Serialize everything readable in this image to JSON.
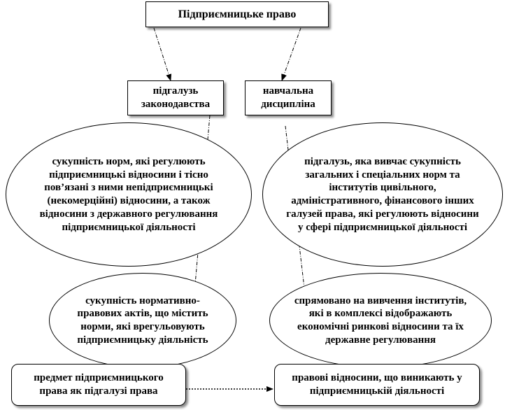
{
  "diagram": {
    "title": "Підприємницьке право",
    "branches": {
      "legislation": "підгалузь законодавства",
      "discipline": "навчальна дисципліна"
    },
    "definitions": {
      "legislation_norms": "сукупність норм, які регулюють підприємницькі відносини і тісно пов’язані з ними непідприємницькі (некомерційні) відносини, а також відносини з державного регулювання підприємницької діяльності",
      "discipline_subbranch": "підгалузь, яка вивчає сукупність загальних і спеціальних норм та інститутів цивільного, адміністративного, фінансового інших галузей права, які регулюють відносини у сфері підприємницької діяльності",
      "legislation_acts": "сукупність нормативно-правових актів, що містить норми, які врегульовують підприємницьку діяльність",
      "discipline_study": "спрямовано на вивчення інститутів, які в комплексі відображають економічні ринкові відносини та їх державне регулювання"
    },
    "subject": {
      "label": "предмет підприємницького права як підгалузі права",
      "relations": "правові відносини, що виникають у підприємницькій діяльності"
    }
  }
}
